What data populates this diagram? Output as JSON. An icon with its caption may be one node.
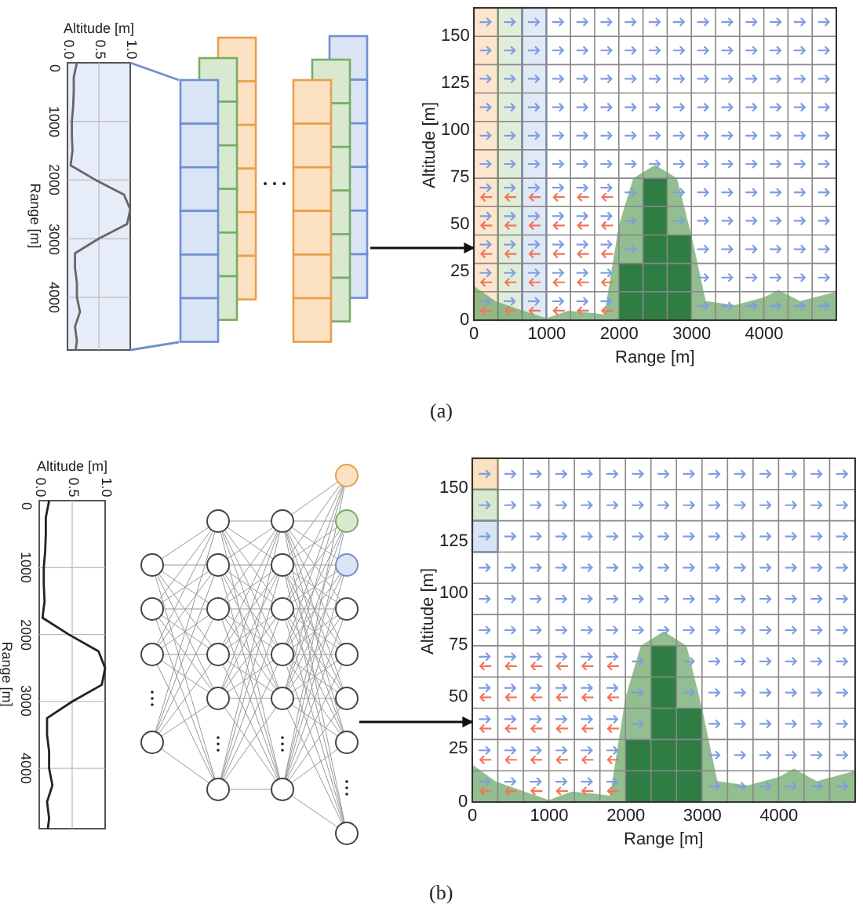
{
  "diagram": {
    "nodes": [
      {
        "text": [],
        "shape": "picture"
      },
      {
        "text": [],
        "shape": "picture"
      },
      {
        "text": [],
        "shape": "picture"
      },
      {
        "text": [],
        "shape": "picture"
      },
      {
        "text": [],
        "shape": "picture"
      },
      {
        "text": [],
        "shape": "picture"
      }
    ],
    "edges": [
      {
        "from": 0,
        "to": 1,
        "arrow": "none",
        "color": "#6f8fd0"
      },
      {
        "from": 0,
        "to": 1,
        "arrow": "none",
        "color": "#6f8fd0"
      },
      {
        "from": 1,
        "to": 2,
        "arrow": "to",
        "color": "#111111"
      },
      {
        "from": 4,
        "to": 5,
        "arrow": "to",
        "color": "#111111"
      }
    ],
    "labels": [
      "Altitude [m]",
      "0.0",
      "0.5",
      "1.0",
      "0",
      "1000",
      "2000",
      "Range [m]",
      "3000",
      "4000",
      "150",
      "125",
      "100",
      "75",
      "50",
      "25",
      "0",
      "Altitude [m]",
      "0",
      "1000",
      "2000",
      "3000",
      "4000",
      "Range [m]",
      "(a)",
      "Altitude [m]",
      "0.0",
      "0.5",
      "1.0",
      "0",
      "1000",
      "2000",
      "Range [m]",
      "3000",
      "4000",
      "150",
      "125",
      "100",
      "75",
      "50",
      "25",
      "0",
      "Altitude [m]",
      "0",
      "1000",
      "2000",
      "3000",
      "4000",
      "Range [m]",
      "(b)"
    ]
  }
}
